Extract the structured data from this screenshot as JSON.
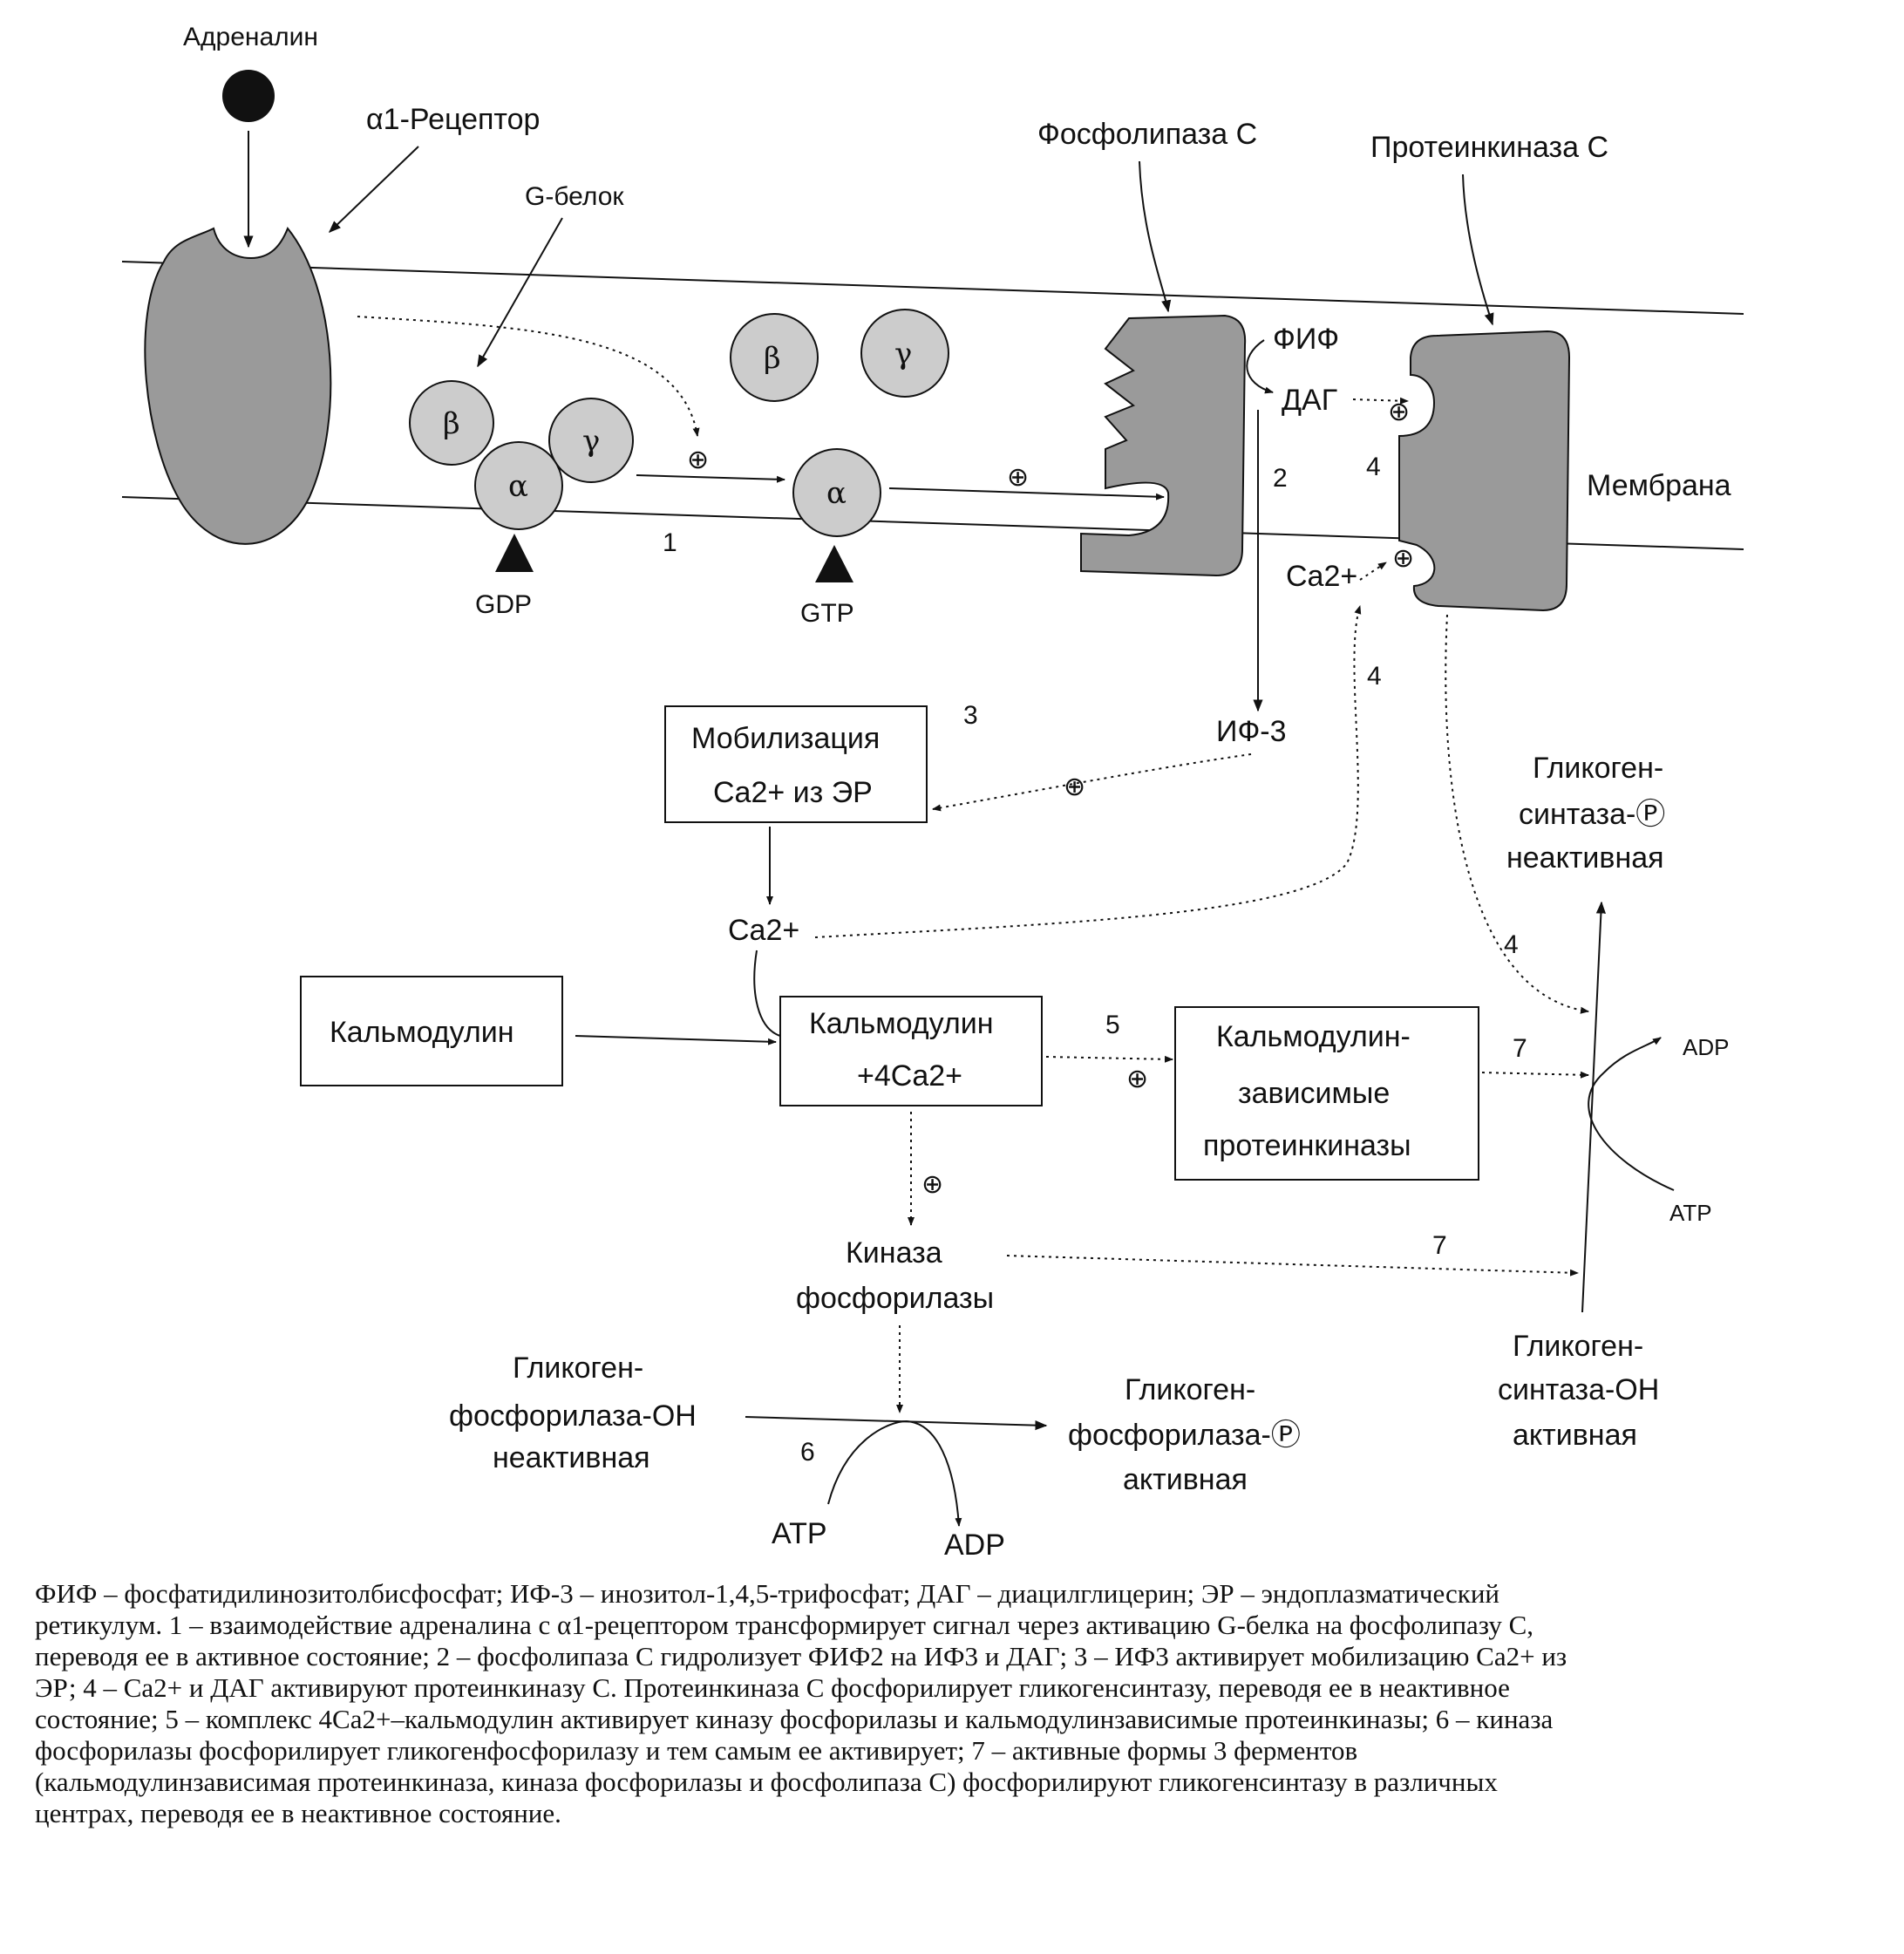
{
  "labels": {
    "adrenaline": "Адреналин",
    "alpha1_receptor": "α1-Рецептор",
    "g_protein": "G-белок",
    "phospholipase_c": "Фосфолипаза С",
    "protein_kinase_c": "Протеинкиназа С",
    "membrane": "Мембрана",
    "pip2": "ФИФ",
    "dag": "ДАГ",
    "ip3": "ИФ-3",
    "ca_membrane": "Ca2+",
    "ca_released": "Ca2+",
    "gdp": "GDP",
    "gtp": "GTP",
    "beta": "β",
    "gamma": "γ",
    "alpha": "α",
    "plus": "⊕"
  },
  "boxes": {
    "mobilization_line1": "Мобилизация",
    "mobilization_line2": "Ca2+ из ЭР",
    "calmodulin": "Кальмодулин",
    "calmodulin_ca_line1": "Кальмодулин",
    "calmodulin_ca_line2": "+4Ca2+",
    "camk_line1": "Кальмодулин-",
    "camk_line2": "зависимые",
    "camk_line3": "протеинкиназы"
  },
  "nodes": {
    "phk_line1": "Киназа",
    "phk_line2": "фосфорилазы",
    "gp_inactive_line1": "Гликоген-",
    "gp_inactive_line2": "фосфорилаза-ОН",
    "gp_inactive_line3": "неактивная",
    "gp_active_line1": "Гликоген-",
    "gp_active_line2": "фосфорилаза-Ⓟ",
    "gp_active_line3": "активная",
    "gs_inactive_line1": "Гликоген-",
    "gs_inactive_line2": "синтаза-Ⓟ",
    "gs_inactive_line3": "неактивная",
    "gs_active_line1": "Гликоген-",
    "gs_active_line2": "синтаза-ОН",
    "gs_active_line3": "активная",
    "atp_right": "ATP",
    "adp_right": "ADP",
    "atp_bottom": "ATP",
    "adp_bottom": "ADP"
  },
  "steps": {
    "s1": "1",
    "s2": "2",
    "s3": "3",
    "s4a": "4",
    "s4b": "4",
    "s4c": "4",
    "s5": "5",
    "s6": "6",
    "s7a": "7",
    "s7b": "7"
  },
  "caption": {
    "line1": "ФИФ – фосфатидилинозитолбисфосфат; ИФ-3 – инозитол-1,4,5-трифосфат; ДАГ – диацилглицерин; ЭР – эндоплазматический",
    "line2": "ретикулум. 1 – взаимодействие адреналина с α1-рецептором трансформирует сигнал через активацию G-белка на фосфолипазу С,",
    "line3": "переводя ее в активное состояние; 2 – фосфолипаза С гидролизует ФИФ2 на ИФ3 и ДАГ; 3 – ИФ3 активирует мобилизацию Ca2+ из",
    "line4": "ЭР; 4 – Ca2+ и ДАГ активируют протеинкиназу С. Протеинкиназа С фосфорилирует гликогенсинтазу, переводя ее в неактивное",
    "line5": "состояние; 5 – комплекс 4Ca2+–кальмодулин активирует киназу фосфорилазы и кальмодулинзависимые протеинкиназы; 6 – киназа",
    "line6": "фосфорилазы фосфорилирует гликогенфосфорилазу и тем самым ее активирует; 7 – активные формы 3 ферментов",
    "line7": "(кальмодулинзависимая протеинкиназа, киназа фосфорилазы и фосфолипаза С) фосфорилируют гликогенсинтазу в различных",
    "line8": "центрах, переводя ее в неактивное состояние."
  },
  "colors": {
    "protein_fill": "#9a9a9a",
    "subunit_fill": "#cccccc",
    "line": "#111111"
  }
}
